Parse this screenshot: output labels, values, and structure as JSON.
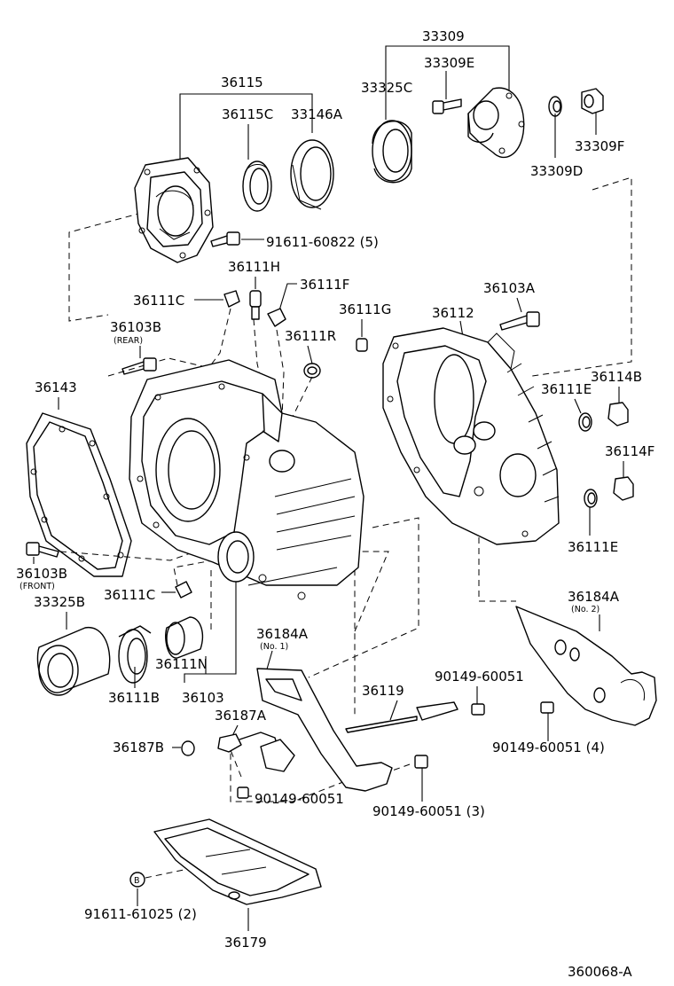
{
  "labels": {
    "p33309": "33309",
    "p33309e": "33309E",
    "p33325c": "33325C",
    "p36115": "36115",
    "p36115c": "36115C",
    "p33146a": "33146A",
    "p33309f": "33309F",
    "p33309d": "33309D",
    "p91611_60822": "91611-60822 (5)",
    "p36111h": "36111H",
    "p36111c_top": "36111C",
    "p36111f": "36111F",
    "p36111g": "36111G",
    "p36112": "36112",
    "p36103a": "36103A",
    "p36103b_rear": "36103B",
    "rear_note": "(REAR)",
    "p36111r": "36111R",
    "p36143": "36143",
    "p36114b": "36114B",
    "p36111e_top": "36111E",
    "p36114f": "36114F",
    "p36111e_bot": "36111E",
    "p36103b_front": "36103B",
    "front_note": "(FRONT)",
    "p36111c_bot": "36111C",
    "p33325b": "33325B",
    "p36184a_no1": "36184A",
    "no1_note": "(No. 1)",
    "p36184a_no2": "36184A",
    "no2_note": "(No. 2)",
    "p36111n": "36111N",
    "p36111b": "36111B",
    "p36103": "36103",
    "p36119": "36119",
    "p90149_a": "90149-60051",
    "p36187a": "36187A",
    "p36187b": "36187B",
    "p90149_b": "90149-60051 (4)",
    "p90149_c": "90149-60051",
    "p90149_d": "90149-60051 (3)",
    "p91611_61025": "91611-61025 (2)",
    "circle_b": "B",
    "p36179": "36179",
    "diagram_code": "360068-A"
  }
}
